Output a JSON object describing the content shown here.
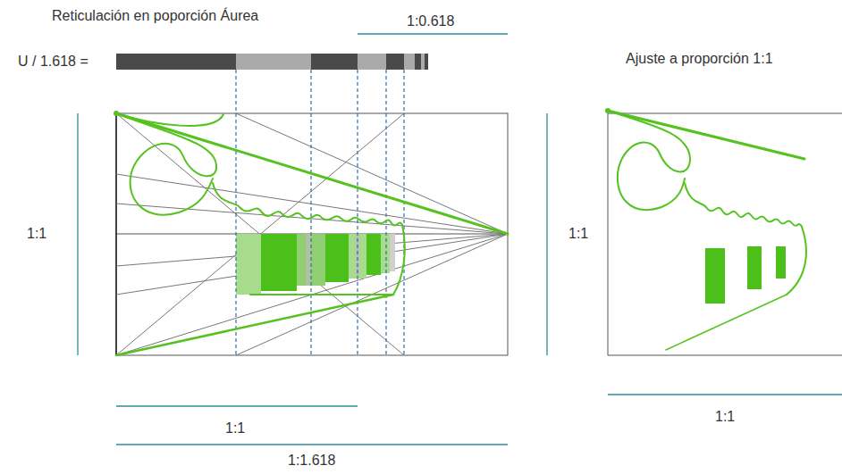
{
  "diagram": {
    "labels": [
      "Reticulación en poporción Áurea",
      "1:0.618",
      "U / 1.618 =",
      "Ajuste a proporción 1:1",
      "1:1",
      "1:1",
      "1:1",
      "1:1.618",
      "1:1"
    ]
  }
}
